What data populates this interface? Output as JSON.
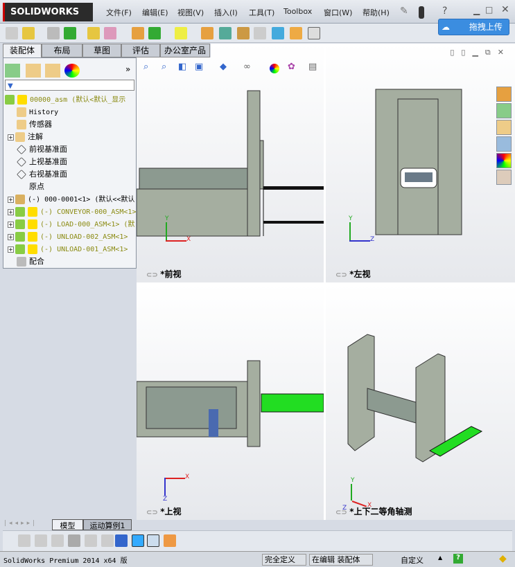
{
  "app": {
    "logo": "SOLIDWORKS"
  },
  "menu": [
    "文件(F)",
    "编辑(E)",
    "视图(V)",
    "插入(I)",
    "工具(T)",
    "Toolbox",
    "窗口(W)",
    "帮助(H)"
  ],
  "upload_button": "拖拽上传",
  "command_tabs": [
    "装配体",
    "布局",
    "草图",
    "评估",
    "办公室产品"
  ],
  "tree": {
    "root": "00000_asm  (默认<默认_显示",
    "items": [
      {
        "label": "History",
        "icon": "history-folder-icon"
      },
      {
        "label": "传感器",
        "icon": "sensor-folder-icon"
      },
      {
        "label": "注解",
        "icon": "annotation-folder-icon",
        "expandable": true
      },
      {
        "label": "前视基准面",
        "icon": "plane-icon"
      },
      {
        "label": "上视基准面",
        "icon": "plane-icon"
      },
      {
        "label": "右视基准面",
        "icon": "plane-icon"
      },
      {
        "label": "原点",
        "icon": "origin-icon"
      },
      {
        "label": "(-) 000-0001<1> (默认<<默认",
        "icon": "part-icon",
        "expandable": true
      },
      {
        "label": "(-) CONVEYOR-000_ASM<1>",
        "icon": "assembly-icon",
        "warning": true,
        "expandable": true
      },
      {
        "label": "(-) LOAD-000_ASM<1> (默",
        "icon": "assembly-icon",
        "warning": true,
        "expandable": true
      },
      {
        "label": "(-) UNLOAD-002_ASM<1>",
        "icon": "assembly-icon",
        "warning": true,
        "expandable": true
      },
      {
        "label": "(-) UNLOAD-001_ASM<1>",
        "icon": "assembly-icon",
        "warning": true,
        "expandable": true
      },
      {
        "label": "配合",
        "icon": "mates-icon"
      }
    ]
  },
  "views": {
    "front": "*前视",
    "left": "*左视",
    "top": "*上视",
    "iso": "*上下二等角轴测"
  },
  "axes": {
    "x": "X",
    "y": "Y",
    "z": "Z"
  },
  "bottom_tabs": [
    "模型",
    "运动算例1"
  ],
  "status": {
    "product": "SolidWorks Premium 2014 x64 版",
    "defined": "完全定义",
    "editing": "在编辑 装配体",
    "units": "自定义"
  },
  "colors": {
    "machine": "#a5aea0",
    "conveyor": "#22dd22",
    "accent": "#3b8de0"
  }
}
